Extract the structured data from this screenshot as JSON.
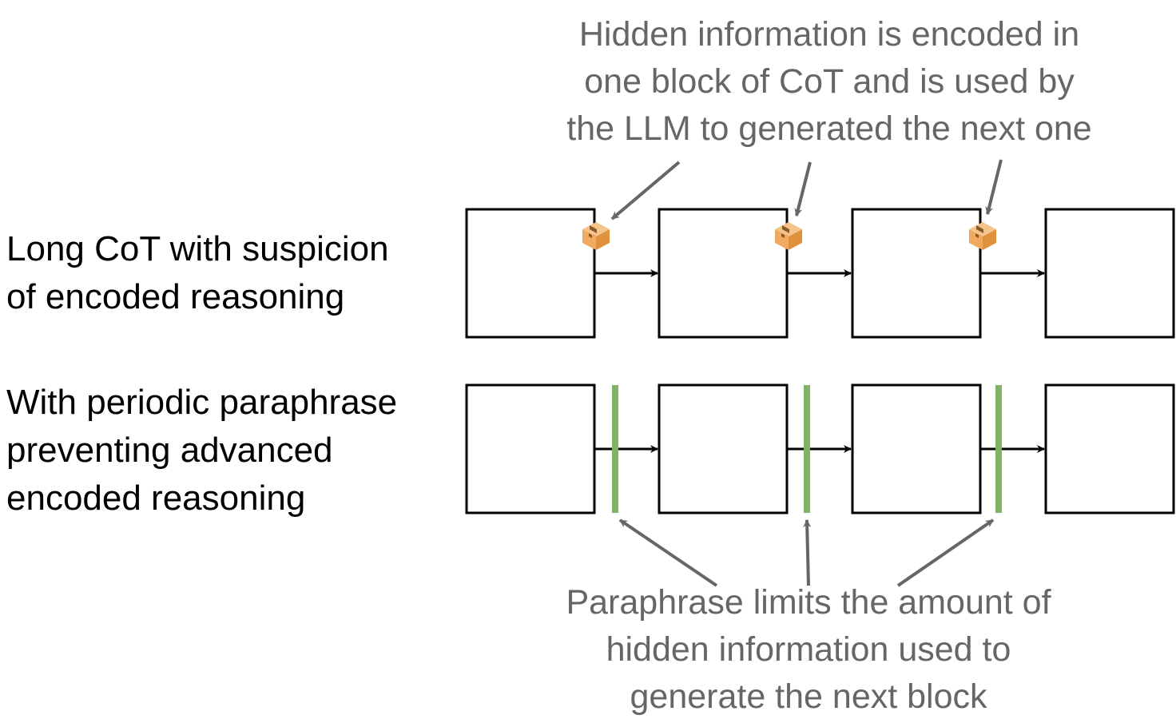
{
  "rows": {
    "row1": {
      "label_lines": [
        "Long CoT with suspicion",
        "of encoded reasoning"
      ],
      "block_count": 4,
      "hidden_info_icon": "package-icon"
    },
    "row2": {
      "label_lines": [
        "With periodic paraphrase",
        "preventing advanced",
        "encoded reasoning"
      ],
      "block_count": 4,
      "paraphrase_marker": "paraphrase-bar"
    }
  },
  "annotations": {
    "top": [
      "Hidden information is encoded in",
      "one block of CoT and is used by",
      "the LLM to generated the next one"
    ],
    "bottom": [
      "Paraphrase limits the amount of",
      "hidden information used to",
      "generate the next block"
    ]
  },
  "colors": {
    "block_stroke": "#000000",
    "arrow": "#000000",
    "annotation_text": "#666666",
    "annotation_arrow": "#666666",
    "paraphrase_bar": "#82b366",
    "package_top": "#f5c48a",
    "package_left": "#f0a95e",
    "package_right": "#e0913e",
    "package_tape": "#8a5a2b"
  }
}
